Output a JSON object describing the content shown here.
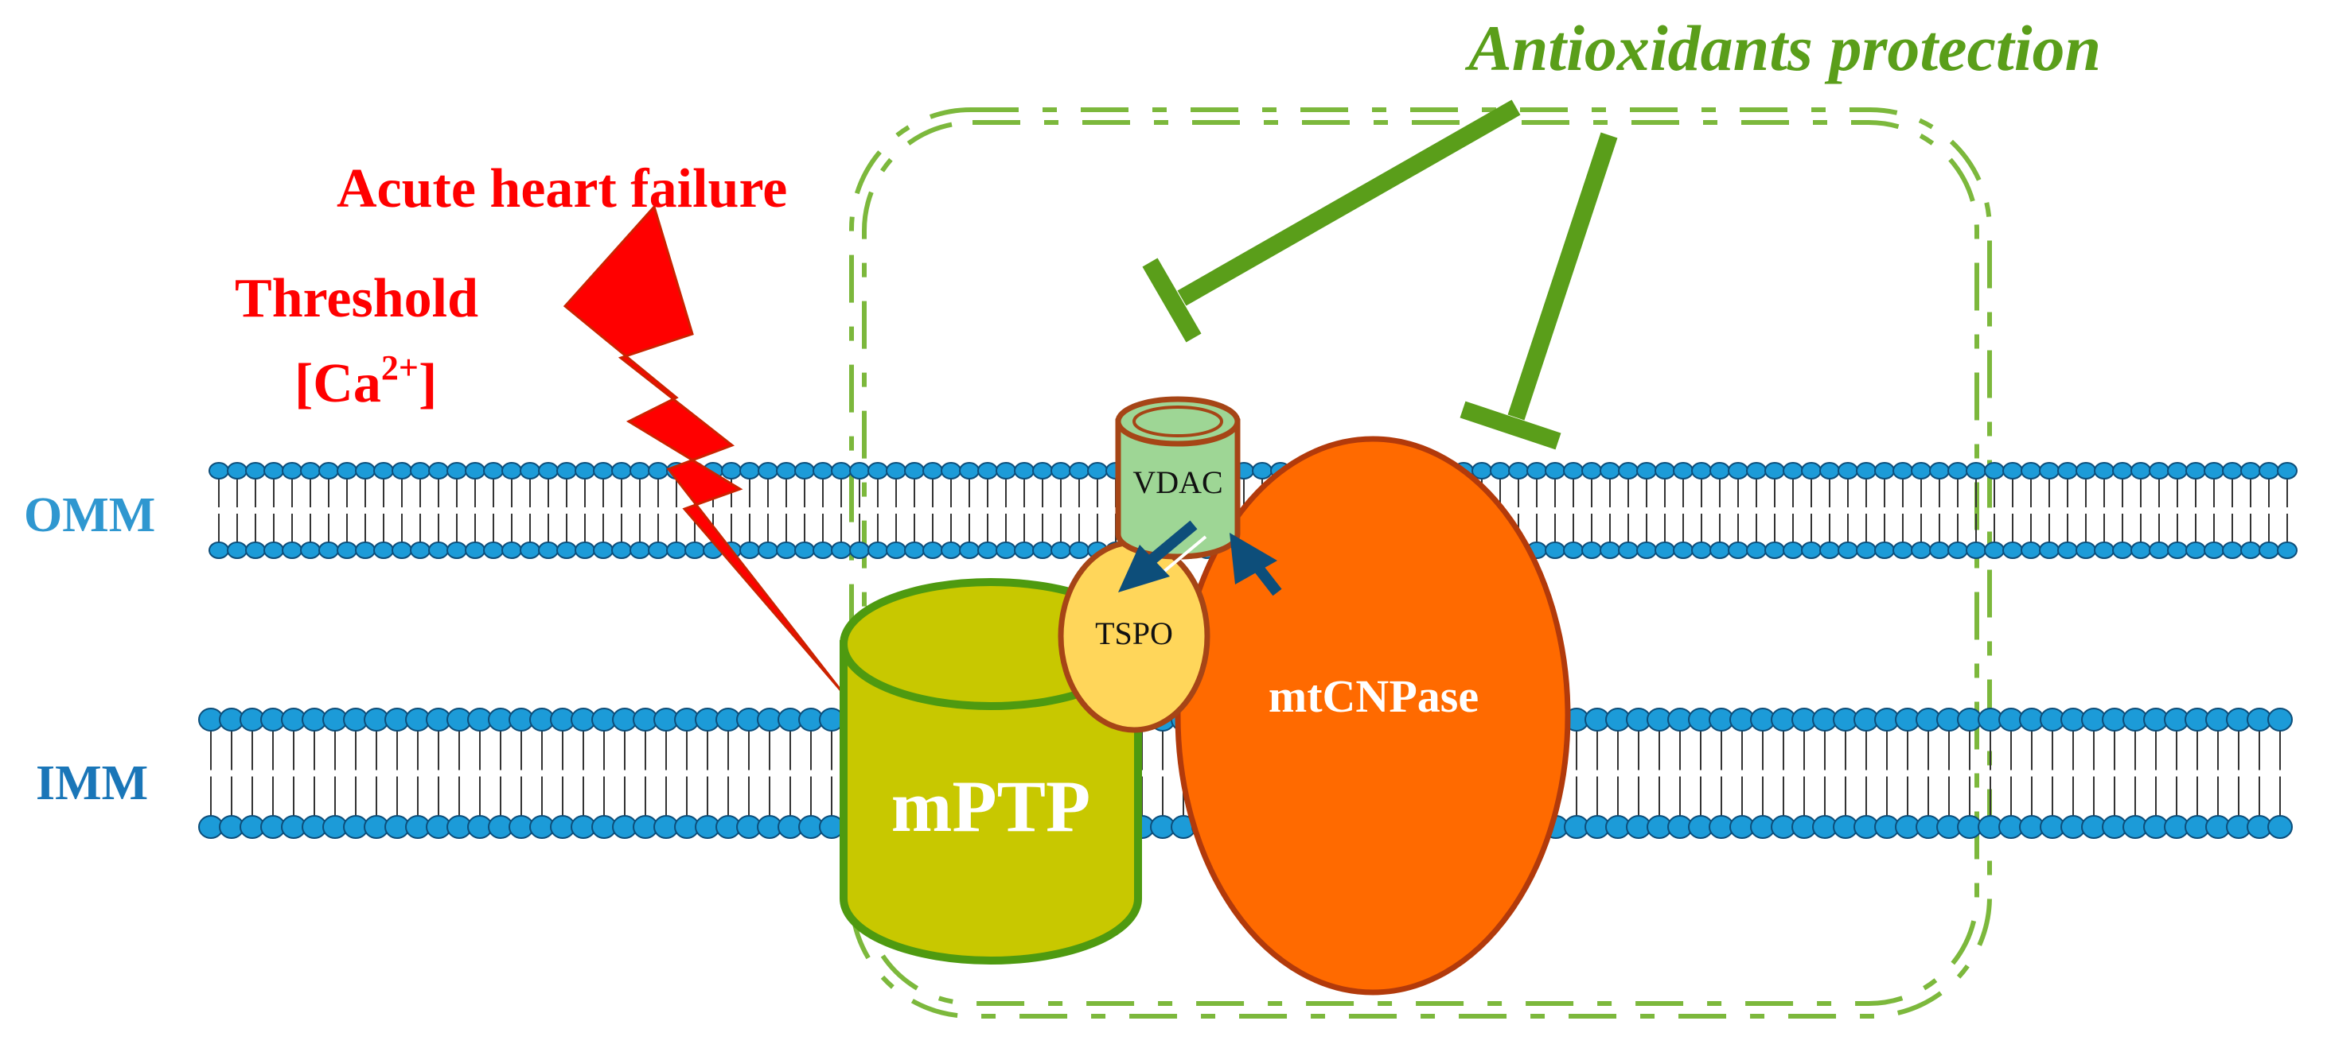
{
  "labels": {
    "antioxidants": "Antioxidants protection",
    "acute": "Acute heart failure",
    "threshold": "Threshold",
    "ca_open": "[Ca",
    "ca_sup": "2+",
    "ca_close": "]",
    "omm": "OMM",
    "imm": "IMM",
    "vdac": "VDAC",
    "tspo": "TSPO",
    "mtcnpase": "mtCNPase",
    "mptp": "mPTP"
  },
  "colors": {
    "green": "#5a9e1a",
    "red": "#ff0000",
    "lipid_head": "#1c9bd8",
    "lipid_stroke": "#0d4e7a",
    "label_blue": "#2f97d0",
    "orange": "#ff6a00",
    "orange_stroke": "#b23a0b",
    "mptp_fill": "#c8c800",
    "mptp_stroke": "#4e9a10",
    "vdac_fill": "#9ed695",
    "tspo_fill": "#ffd65a",
    "arrow_blue": "#0d4e7a"
  }
}
